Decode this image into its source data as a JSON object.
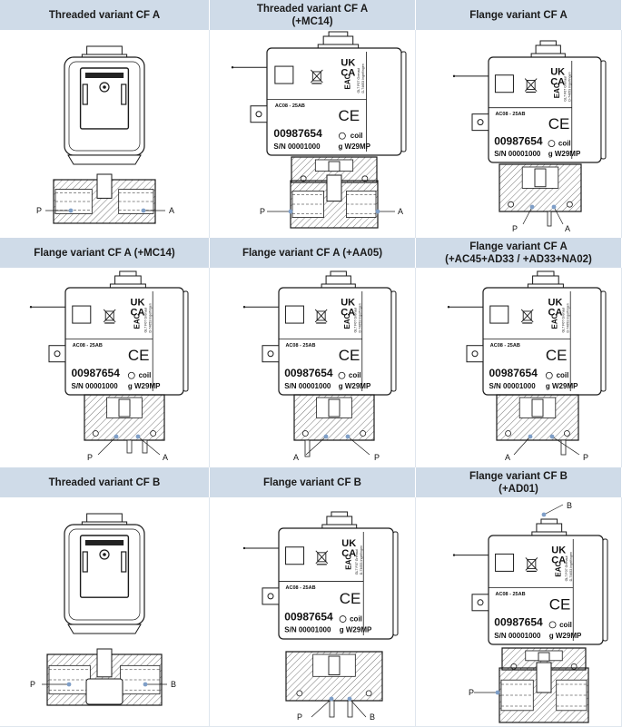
{
  "grid": {
    "cells": [
      {
        "title_lines": [
          "Threaded variant CF A"
        ],
        "variant": "threaded-a"
      },
      {
        "title_lines": [
          "Threaded variant CF A",
          "(+MC14)"
        ],
        "variant": "threaded-a-label"
      },
      {
        "title_lines": [
          "Flange variant CF A"
        ],
        "variant": "flange-a-top"
      },
      {
        "title_lines": [
          "Flange variant CF A (+MC14)"
        ],
        "variant": "flange-a-mc14"
      },
      {
        "title_lines": [
          "Flange variant CF A (+AA05)"
        ],
        "variant": "flange-a-aa05"
      },
      {
        "title_lines": [
          "Flange variant CF A",
          "(+AC45+AD33 / +AD33+NA02)"
        ],
        "variant": "flange-a-ac45"
      },
      {
        "title_lines": [
          "Threaded variant CF B"
        ],
        "variant": "threaded-b"
      },
      {
        "title_lines": [
          "Flange variant CF B"
        ],
        "variant": "flange-b"
      },
      {
        "title_lines": [
          "Flange variant CF B",
          "(+AD01)"
        ],
        "variant": "flange-b-ad01"
      }
    ]
  },
  "label": {
    "part_code": "AC08 - 25AB",
    "serial_number": "00987654",
    "sn_line": "S/N 00001000",
    "weight": "g W29MP",
    "coil_text": "coil",
    "uk_line1": "UK",
    "uk_line2": "CA",
    "eac": "EAC",
    "ce": "CE",
    "vertical_text_1": "GL7 F07 Grenaul",
    "vertical_text_2": "D-74653 Ingelfingen"
  },
  "ports": {
    "p": "P",
    "a": "A",
    "b": "B"
  },
  "colors": {
    "header_bg": "#cfdbe8",
    "line": "#1a1a1a",
    "port_dot": "#7f9fc8",
    "hatch": "#555555"
  }
}
